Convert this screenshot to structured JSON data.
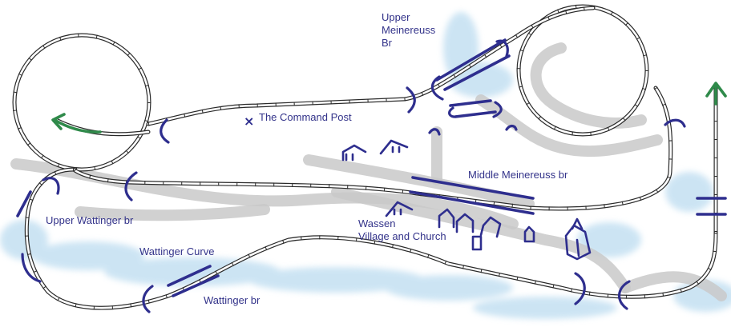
{
  "map": {
    "labels": {
      "upper_meinereuss_br": [
        "Upper",
        "Meinereuss",
        "Br"
      ],
      "command_post": "The Command Post",
      "middle_meinereuss_br": "Middle Meinereuss br",
      "upper_wattinger_br": "Upper Wattinger br",
      "wassen": [
        "Wassen",
        "Village and Church"
      ],
      "wattinger_curve": "Wattinger Curve",
      "wattinger_br": "Wattinger br"
    },
    "command_post_marker": "×",
    "colors": {
      "label": "#33338a",
      "annotation": "#2e2e8e",
      "track": "#2a2a2a",
      "arrow": "#2f8a4a",
      "road": "#c9c9c9",
      "water": "#bcdcf0"
    },
    "icons": [
      "helix-loop",
      "tunnel-portal",
      "bridge",
      "house",
      "church",
      "direction-arrow",
      "command-post-marker"
    ]
  }
}
